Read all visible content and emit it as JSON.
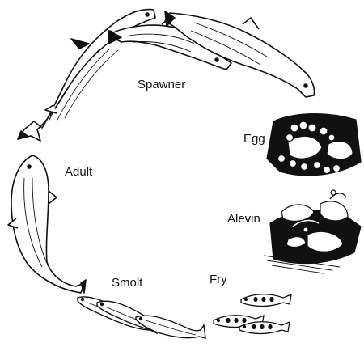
{
  "diagram": {
    "stages": {
      "spawner": "Spawner",
      "egg": "Egg",
      "adult": "Adult",
      "alevin": "Alevin",
      "smolt": "Smolt",
      "fry": "Fry"
    },
    "ink_color": "#111111",
    "background_color": "#ffffff"
  }
}
